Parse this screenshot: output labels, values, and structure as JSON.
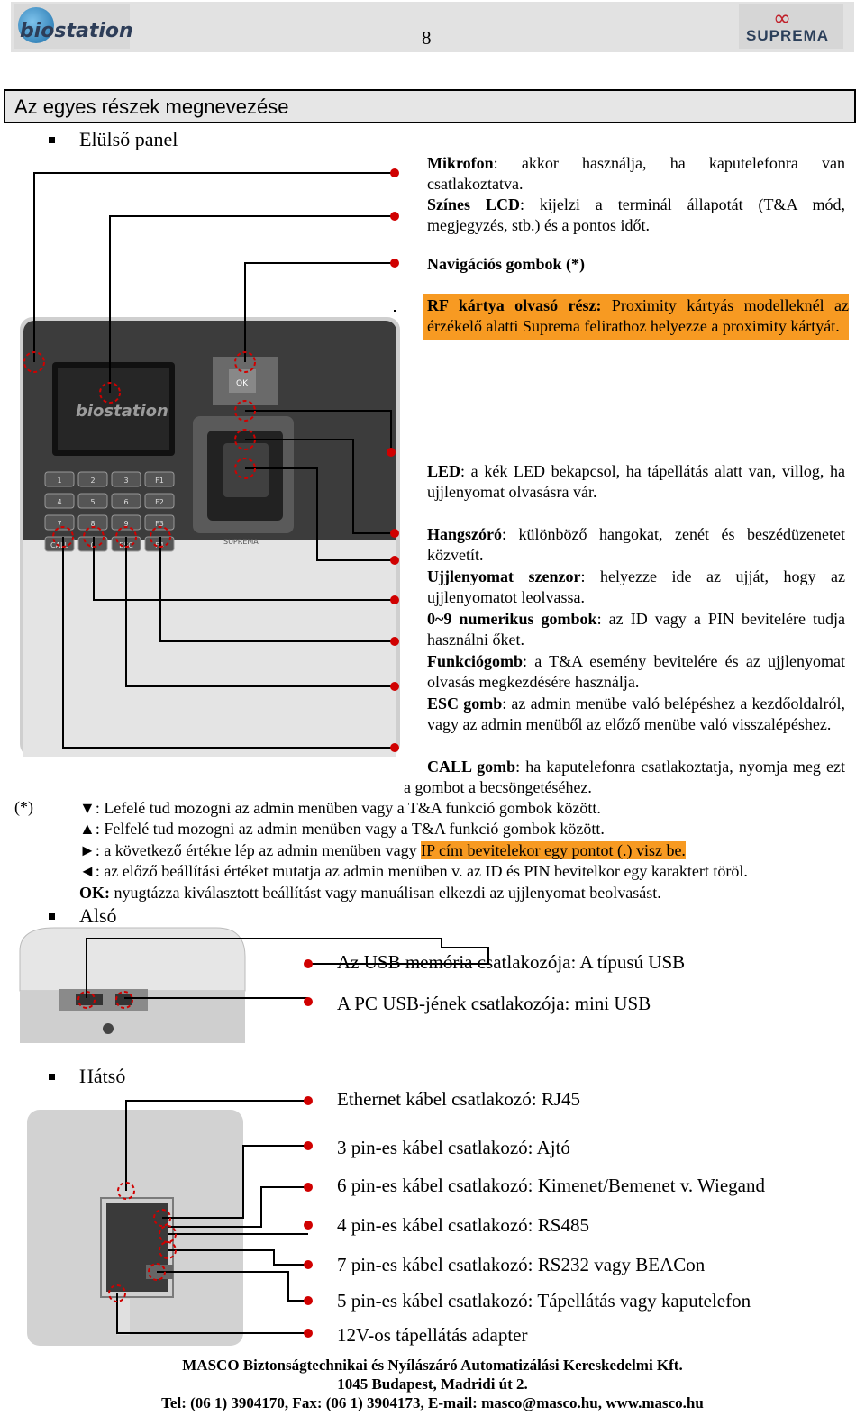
{
  "header": {
    "logo_left": "biostation",
    "logo_right": "SUPREMA",
    "page_number": "8"
  },
  "section_title": "Az egyes részek megnevezése",
  "front": {
    "heading": "Elülső panel",
    "device_logo": "biostation",
    "device_brand": "SUPREMA",
    "keypad": [
      "1",
      "2",
      "3",
      "F1",
      "4",
      "5",
      "6",
      "F2",
      "7",
      "8",
      "9",
      "F3",
      "CALL",
      "0",
      "ESC",
      "F4"
    ],
    "nav_ok": "OK",
    "items": [
      {
        "term": "Mikrofon",
        "text": ": akkor használja, ha kaputelefonra van csatlakoztatva."
      },
      {
        "term": "Színes LCD",
        "text": ": kijelzi a terminál állapotát (T&A mód, megjegyzés, stb.) és a pontos időt."
      },
      {
        "term": "Navigációs gombok (*)",
        "text": ""
      },
      {
        "term": "RF kártya olvasó rész:",
        "text": " Proximity kártyás modelleknél az érzékelő alatti Suprema felirathoz helyezze a proximity kártyát."
      },
      {
        "term": "LED",
        "text": ": a kék LED bekapcsol, ha tápellátás alatt van, villog, ha ujjlenyomat olvasásra vár."
      },
      {
        "term": "Hangszóró",
        "text": ": különböző hangokat, zenét és beszédüzenetet közvetít."
      },
      {
        "term": "Ujjlenyomat szenzor",
        "text": ": helyezze ide az ujját, hogy az ujjlenyomatot leolvassa."
      },
      {
        "term": "0~9 numerikus gombok",
        "text": ": az ID vagy a PIN bevitelére tudja használni őket."
      },
      {
        "term": "Funkciógomb",
        "text": ": a T&A esemény bevitelére és az ujjlenyomat olvasás megkezdésére használja."
      },
      {
        "term": "ESC gomb",
        "text": ": az admin menübe való belépéshez a kezdőoldalról, vagy az admin menüből az előző menübe való visszalépéshez."
      },
      {
        "term": "CALL gomb",
        "text": ": ha kaputelefonra csatlakoztatja, nyomja meg ezt a gombot a becsöngetéséhez."
      }
    ]
  },
  "notes": {
    "marker": "(*)",
    "down": "▼: Lefelé tud mozogni az admin menüben vagy a T&A funkció gombok között.",
    "up": "▲: Felfelé tud mozogni az admin menüben vagy a T&A funkció gombok között.",
    "right_a": "►: a következő értékre lép az admin menüben vagy ",
    "right_b": "IP cím bevitelekor egy pontot (.) visz be.",
    "left": "◄: az előző beállítási értéket mutatja az admin menüben v. az ID és PIN bevitelkor egy karaktert töröl.",
    "ok_term": "OK:",
    "ok_text": " nyugtázza  kiválasztott beállítást vagy manuálisan elkezdi az ujjlenyomat beolvasást."
  },
  "bottom": {
    "heading": "Alsó",
    "items": [
      "Az USB memória csatlakozója: A típusú USB",
      "A PC USB-jének csatlakozója: mini USB"
    ]
  },
  "back": {
    "heading": "Hátsó",
    "items": [
      "Ethernet kábel csatlakozó: RJ45",
      "3 pin-es kábel csatlakozó: Ajtó",
      "6 pin-es kábel csatlakozó: Kimenet/Bemenet v. Wiegand",
      "4 pin-es kábel csatlakozó: RS485",
      "7 pin-es kábel csatlakozó: RS232 vagy BEACon",
      "5 pin-es kábel csatlakozó: Tápellátás vagy kaputelefon",
      "12V-os tápellátás adapter"
    ]
  },
  "footer": {
    "line1": "MASCO Biztonságtechnikai és Nyílászáró Automatizálási Kereskedelmi Kft.",
    "line2": "1045 Budapest, Madridi út 2.",
    "line3": "Tel: (06 1) 3904170, Fax: (06 1) 3904173, E-mail: masco@masco.hu, www.masco.hu"
  },
  "colors": {
    "highlight": "#f79a22",
    "leader": "#000000",
    "dot": "#d00000"
  }
}
